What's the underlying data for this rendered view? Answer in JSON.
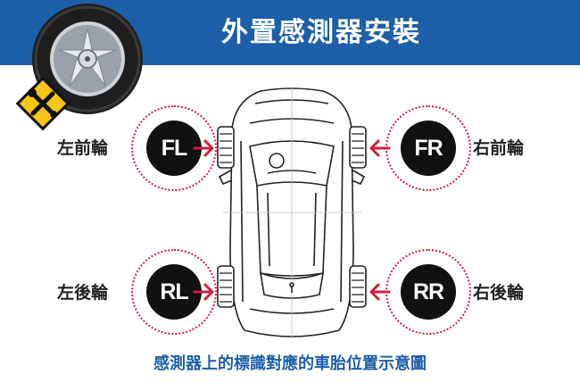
{
  "header": {
    "title": "外置感測器安裝"
  },
  "wheels": {
    "fl": {
      "code": "FL",
      "label": "左前輪"
    },
    "fr": {
      "code": "FR",
      "label": "右前輪"
    },
    "rl": {
      "code": "RL",
      "label": "左後輪"
    },
    "rr": {
      "code": "RR",
      "label": "右後輪"
    }
  },
  "caption": "感測器上的標識對應的車胎位置示意圖",
  "colors": {
    "banner": "#1d5fa8",
    "accent_red": "#d21f3c",
    "badge": "#111111",
    "caption": "#1d5fa8",
    "warning_sign": "#f5c518"
  },
  "icons": [
    "tire-wheel-icon",
    "wrench-screwdriver-icon",
    "arrow-right-icon",
    "arrow-left-icon",
    "car-top-view-icon"
  ]
}
